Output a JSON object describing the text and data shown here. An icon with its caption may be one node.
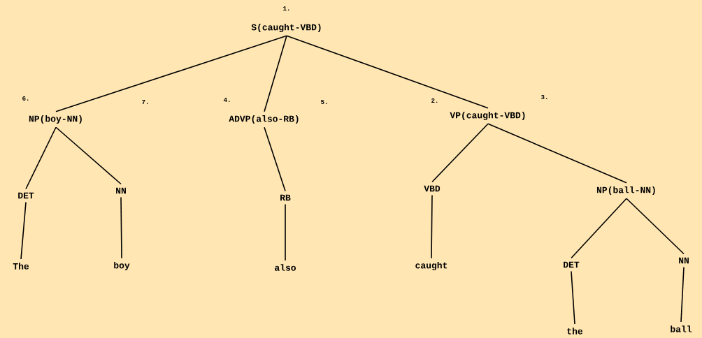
{
  "diagram": {
    "nodes": [
      {
        "text": [
          "S(caught-VBD)"
        ]
      },
      {
        "text": [
          "NP(boy-NN)"
        ]
      },
      {
        "text": [
          "ADVP(also-RB)"
        ]
      },
      {
        "text": [
          "VP(caught-VBD)"
        ]
      },
      {
        "text": [
          "DET"
        ]
      },
      {
        "text": [
          "NN"
        ]
      },
      {
        "text": [
          "RB"
        ]
      },
      {
        "text": [
          "VBD"
        ]
      },
      {
        "text": [
          "NP(ball-NN)"
        ]
      },
      {
        "text": [
          "The"
        ]
      },
      {
        "text": [
          "boy"
        ]
      },
      {
        "text": [
          "also"
        ]
      },
      {
        "text": [
          "caught"
        ]
      },
      {
        "text": [
          "DET"
        ]
      },
      {
        "text": [
          "NN"
        ]
      },
      {
        "text": [
          "the"
        ]
      },
      {
        "text": [
          "ball"
        ]
      }
    ],
    "edges": [
      {
        "from": 0,
        "to": 1,
        "arrow": "none"
      },
      {
        "from": 0,
        "to": 2,
        "arrow": "none"
      },
      {
        "from": 0,
        "to": 3,
        "arrow": "none"
      },
      {
        "from": 1,
        "to": 4,
        "arrow": "none"
      },
      {
        "from": 1,
        "to": 5,
        "arrow": "none"
      },
      {
        "from": 2,
        "to": 6,
        "arrow": "none"
      },
      {
        "from": 3,
        "to": 7,
        "arrow": "none"
      },
      {
        "from": 3,
        "to": 8,
        "arrow": "none"
      },
      {
        "from": 4,
        "to": 9,
        "arrow": "none"
      },
      {
        "from": 5,
        "to": 10,
        "arrow": "none"
      },
      {
        "from": 6,
        "to": 11,
        "arrow": "none"
      },
      {
        "from": 7,
        "to": 12,
        "arrow": "none"
      },
      {
        "from": 8,
        "to": 13,
        "arrow": "none"
      },
      {
        "from": 8,
        "to": 14,
        "arrow": "none"
      },
      {
        "from": 13,
        "to": 15,
        "arrow": "none"
      },
      {
        "from": 14,
        "to": 16,
        "arrow": "none"
      }
    ],
    "labels": [
      "1.",
      "6.",
      "7.",
      "4.",
      "5.",
      "2.",
      "3."
    ]
  }
}
